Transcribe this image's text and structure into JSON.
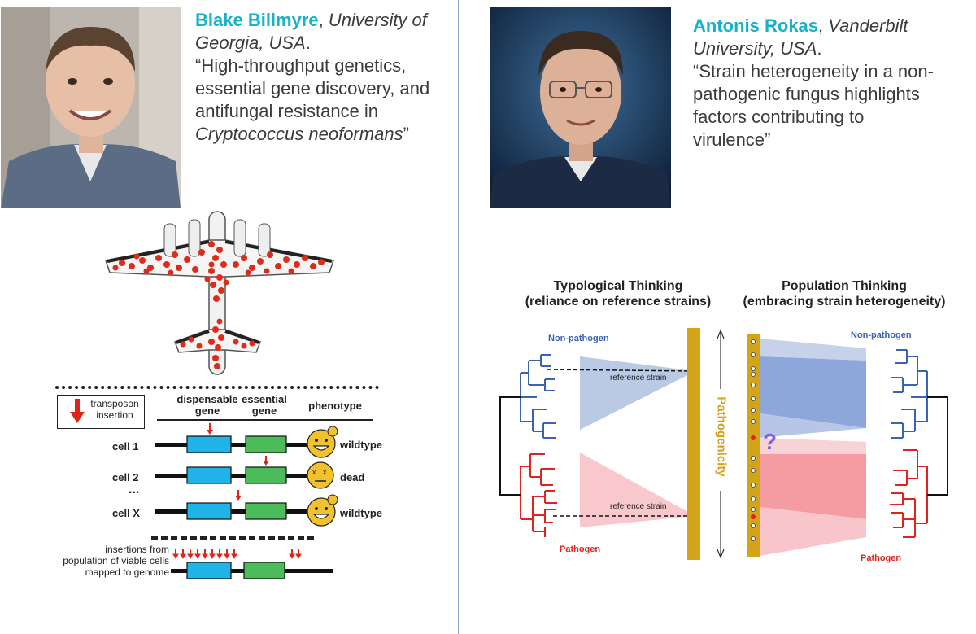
{
  "left": {
    "speaker": {
      "name": "Blake Billmyre",
      "affiliation": "University of Georgia, USA",
      "title_part1": "“High-throughput genetics, essential gene discovery, and antifungal resistance in",
      "title_italic": "Cryptococcus neoformans",
      "title_end": "”"
    },
    "figure": {
      "legend_label": "transposon insertion",
      "col_dispensable": "dispensable gene",
      "col_essential": "essential gene",
      "col_phenotype": "phenotype",
      "rows": [
        {
          "cell": "cell 1",
          "phenotype": "wildtype"
        },
        {
          "cell": "cell 2",
          "phenotype": "dead"
        },
        {
          "cell": "cell X",
          "phenotype": "wildtype"
        }
      ],
      "ellipsis": "...",
      "insertions_label": "insertions from population of viable cells mapped to genome"
    }
  },
  "right": {
    "speaker": {
      "name": "Antonis Rokas",
      "affiliation": "Vanderbilt University, USA",
      "title": "“Strain heterogeneity in a non-pathogenic fungus highlights factors contributing to virulence”"
    },
    "figure": {
      "typological_title": "Typological Thinking",
      "typological_sub": "(reliance on reference strains)",
      "population_title": "Population Thinking",
      "population_sub": "(embracing strain heterogeneity)",
      "non_pathogen": "Non-pathogen",
      "pathogen": "Pathogen",
      "reference_strain": "reference strain",
      "axis_label": "Pathogenicity",
      "question": "?"
    }
  },
  "colors": {
    "accent": "#17b1c8",
    "non_pathogen": "#3a63b5",
    "pathogen": "#e0231c",
    "gene_dispensable": "#1fb3e8",
    "gene_essential": "#4cbb5a",
    "bar_gold": "#d4a418"
  }
}
